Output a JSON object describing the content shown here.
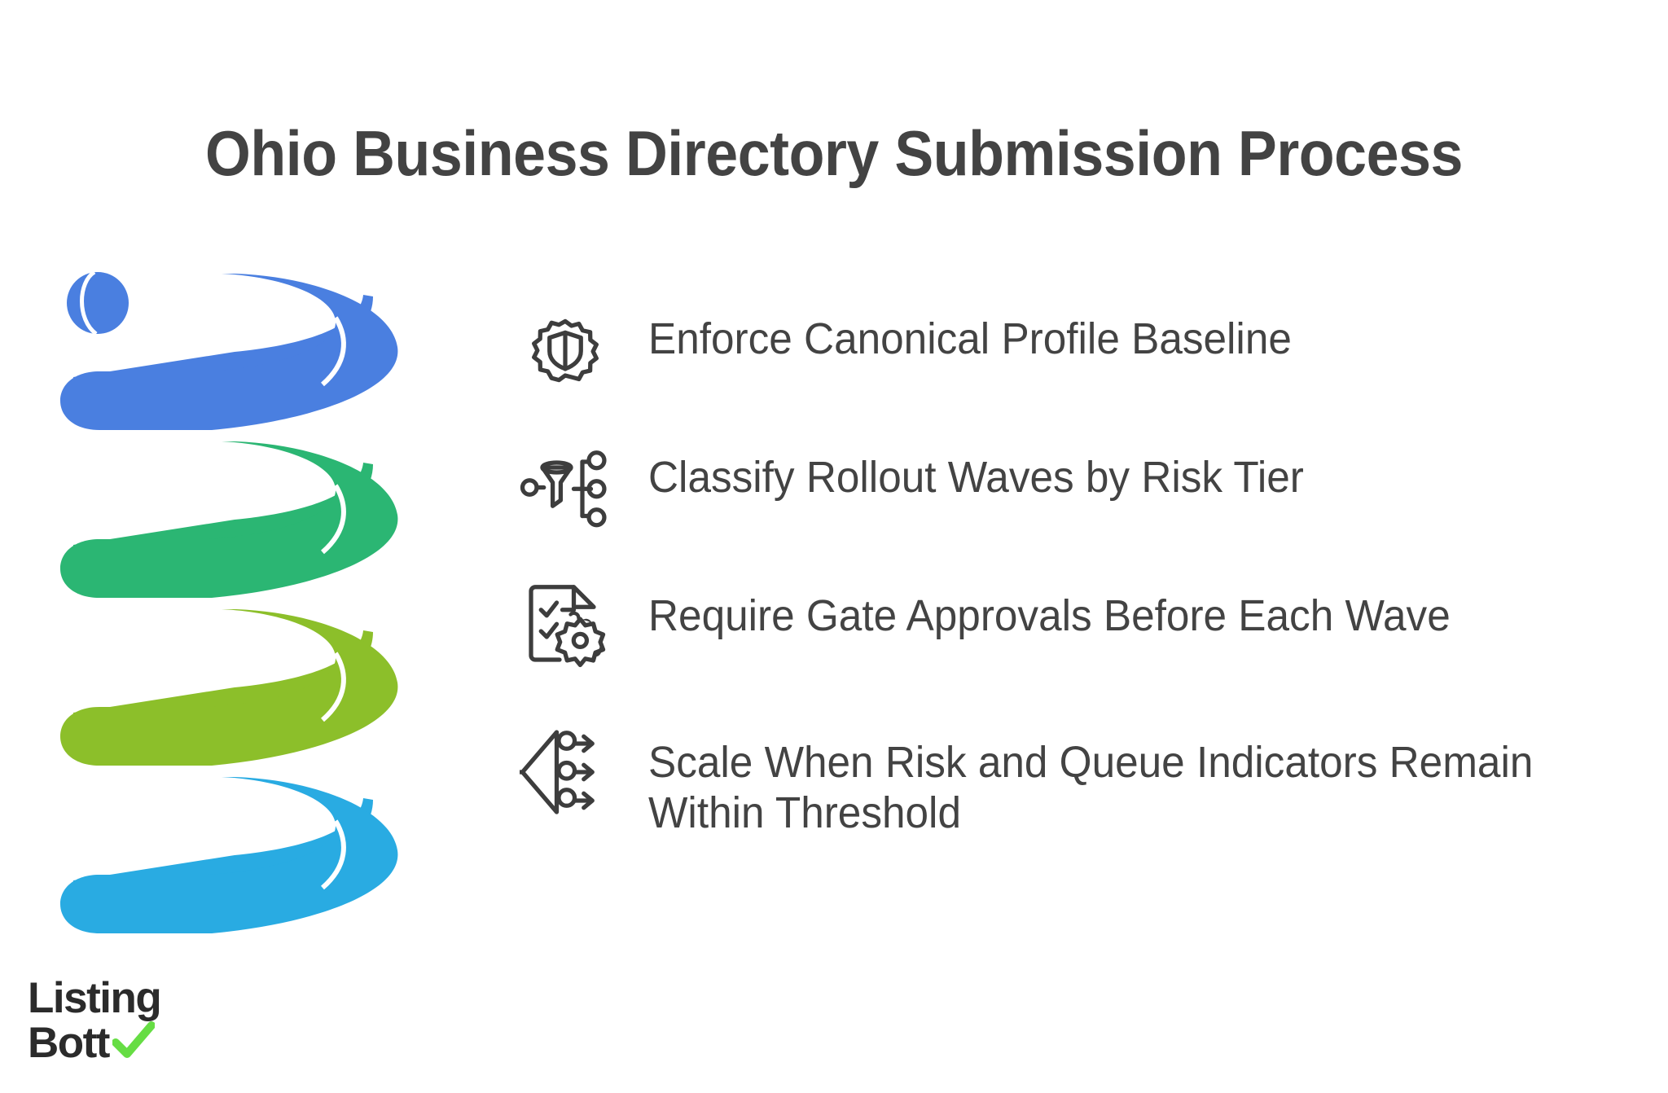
{
  "page": {
    "background_color": "#ffffff",
    "title": "Ohio Business Directory Submission Process",
    "title_color": "#434343",
    "text_color": "#434343",
    "icon_stroke_color": "#3d3d3d"
  },
  "spiral": {
    "name": "four-coil-helix",
    "coil_colors": [
      "#4a7fe0",
      "#2bb673",
      "#8cbf2a",
      "#29abe2"
    ],
    "coil_labels": [
      "coil-blue",
      "coil-green",
      "coil-lime",
      "coil-cyan"
    ]
  },
  "steps": [
    {
      "icon": "gear-shield-icon",
      "label": "Enforce Canonical Profile Baseline"
    },
    {
      "icon": "funnel-branch-nodes-icon",
      "label": "Classify Rollout Waves by Risk Tier"
    },
    {
      "icon": "checklist-document-gear-icon",
      "label": "Require Gate Approvals Before Each Wave"
    },
    {
      "icon": "scale-out-arrows-icon",
      "label": "Scale When Risk and Queue Indicators Remain Within Threshold"
    }
  ],
  "logo": {
    "line1": "Listing",
    "line2": "Bott",
    "check_icon": "green-checkmark-icon",
    "check_color": "#66dd44",
    "word_color": "#2b2b2b"
  }
}
